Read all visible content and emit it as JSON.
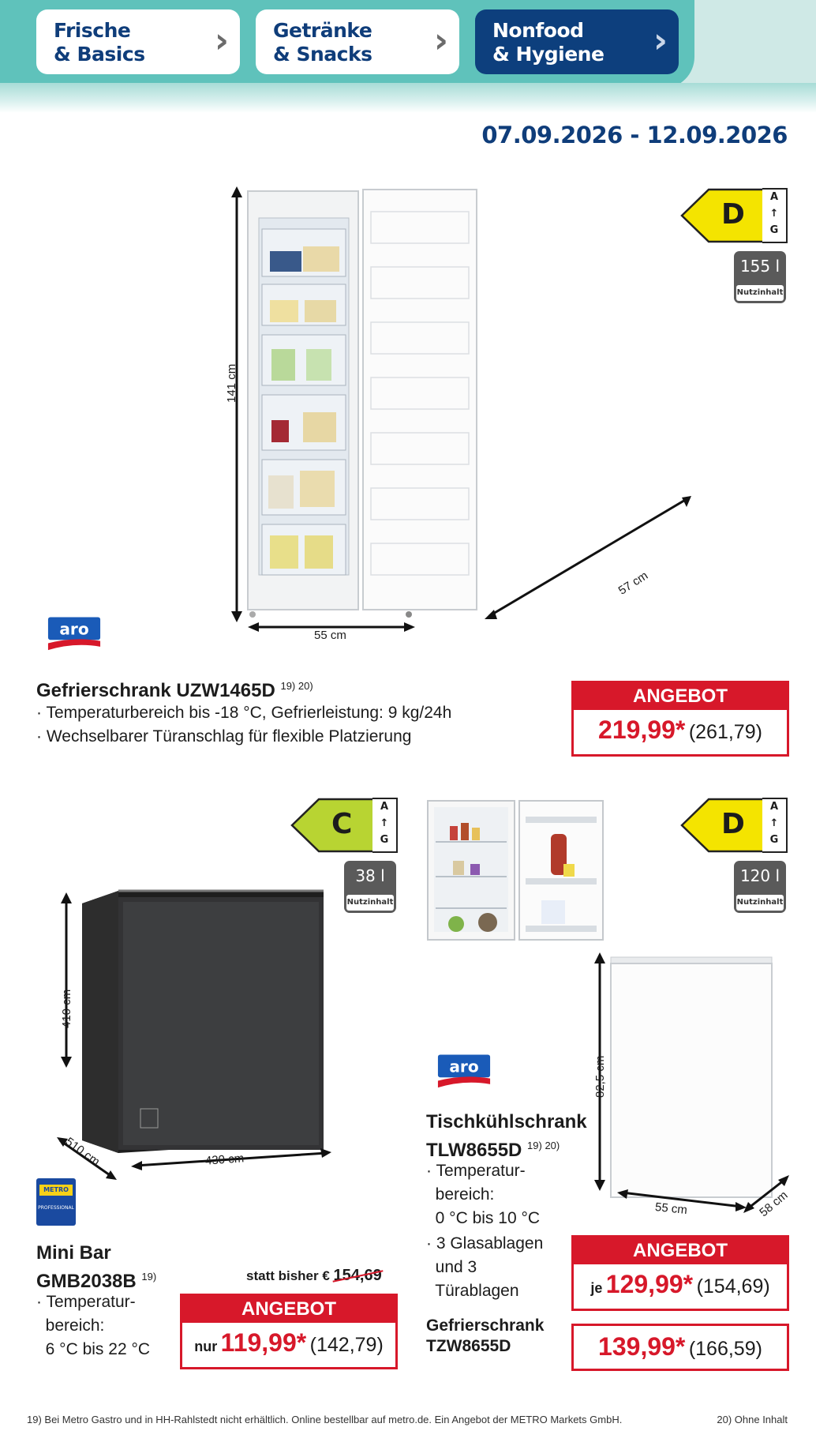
{
  "nav": {
    "tabs": [
      {
        "label": "Frische\n& Basics",
        "active": false
      },
      {
        "label": "Getränke\n& Snacks",
        "active": false
      },
      {
        "label": "Nonfood\n& Hygiene",
        "active": true
      }
    ]
  },
  "date_range": "07.09.2026 - 12.09.2026",
  "brand_aro": "aro",
  "products": {
    "freezer": {
      "energy_class": "D",
      "energy_scale_top": "A",
      "energy_scale_bottom": "G",
      "volume": "155 l",
      "volume_label": "Nutzinhalt",
      "dim_height": "141 cm",
      "dim_width": "55 cm",
      "dim_depth": "57 cm",
      "title": "Gefrierschrank UZW1465D",
      "footnotes": "19) 20)",
      "bullets": [
        "· Temperaturbereich bis -18 °C, Gefrierleistung: 9 kg/24h",
        "· Wechselbarer Türanschlag für flexible Platzierung"
      ],
      "offer_label": "ANGEBOT",
      "price": "219,99*",
      "price_gross": "(261,79)"
    },
    "minibar": {
      "energy_class": "C",
      "energy_scale_top": "A",
      "energy_scale_bottom": "G",
      "volume": "38 l",
      "volume_label": "Nutzinhalt",
      "dim_height": "410 cm",
      "dim_width": "430 cm",
      "dim_depth": "510 cm",
      "brand_badge": "METRO PROFESSIONAL",
      "brand_badge_top": "METRO",
      "brand_badge_bottom": "PROFESSIONAL",
      "title": "Mini Bar\nGMB2038B",
      "footnotes": "19)",
      "bullets": [
        "· Temperatur-\n  bereich:\n  6 °C bis 22 °C"
      ],
      "old_price_prefix": "statt bisher € ",
      "old_price": "154,69",
      "offer_label": "ANGEBOT",
      "price_prefix": "nur",
      "price": "119,99*",
      "price_gross": "(142,79)"
    },
    "tablefridge": {
      "energy_class": "D",
      "energy_scale_top": "A",
      "energy_scale_bottom": "G",
      "volume": "120 l",
      "volume_label": "Nutzinhalt",
      "dim_height": "82,5 cm",
      "dim_width": "55 cm",
      "dim_depth": "58 cm",
      "title": "Tischkühlschrank\nTLW8655D",
      "footnotes": "19) 20)",
      "bullets": [
        "· Temperatur-\n  bereich:\n  0 °C bis 10 °C",
        "· 3 Glasablagen\n  und 3\n  Türablagen"
      ],
      "offer_label": "ANGEBOT",
      "price_prefix": "je",
      "price": "129,99*",
      "price_gross": "(154,69)",
      "second_title": "Gefrierschrank\nTZW8655D",
      "second_price": "139,99*",
      "second_price_gross": "(166,59)"
    }
  },
  "footer": {
    "left": "19) Bei Metro Gastro und in HH-Rahlstedt nicht erhältlich. Online bestellbar auf metro.de. Ein Angebot der METRO Markets GmbH.",
    "right": "20) Ohne Inhalt"
  },
  "colors": {
    "brand_blue": "#0f3d7a",
    "offer_red": "#d7182a",
    "teal": "#5fc2bb",
    "energy_d": "#f4e400",
    "energy_c": "#b8d432"
  }
}
